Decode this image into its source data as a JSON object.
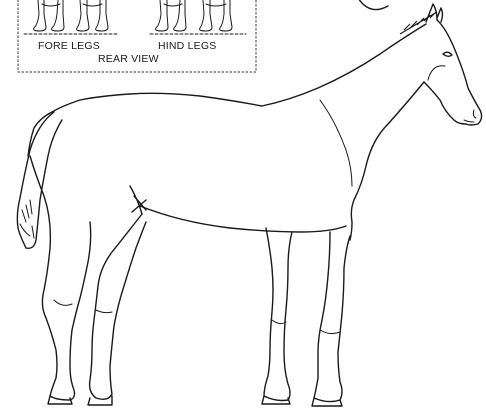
{
  "inset": {
    "label_left": "FORE LEGS",
    "label_right": "HIND LEGS",
    "caption": "REAR VIEW"
  }
}
